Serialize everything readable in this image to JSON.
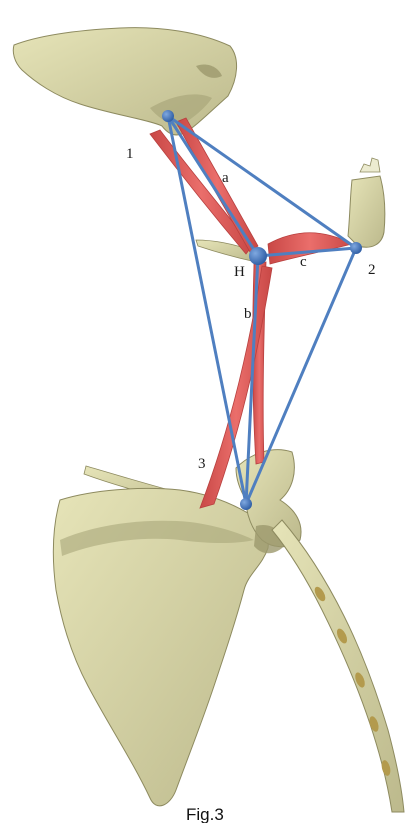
{
  "labels": {
    "point_1": "1",
    "point_2": "2",
    "point_3": "3",
    "point_h": "H",
    "muscle_a": "a",
    "muscle_b": "b",
    "muscle_c": "c"
  },
  "caption": "Fig.3",
  "colors": {
    "bone": "#d8d6a6",
    "bone_shadow": "#a9a67a",
    "bone_outline": "#8d8a5f",
    "muscle": "#dd5a58",
    "muscle_dark": "#b8403f",
    "line": "#4f7fc0",
    "node": "#3c6fb8"
  },
  "icons": [
    "skull-base-bone",
    "mandible-bone",
    "hyoid-bone",
    "scapula-bone",
    "clavicle-bone",
    "spine-bone"
  ]
}
